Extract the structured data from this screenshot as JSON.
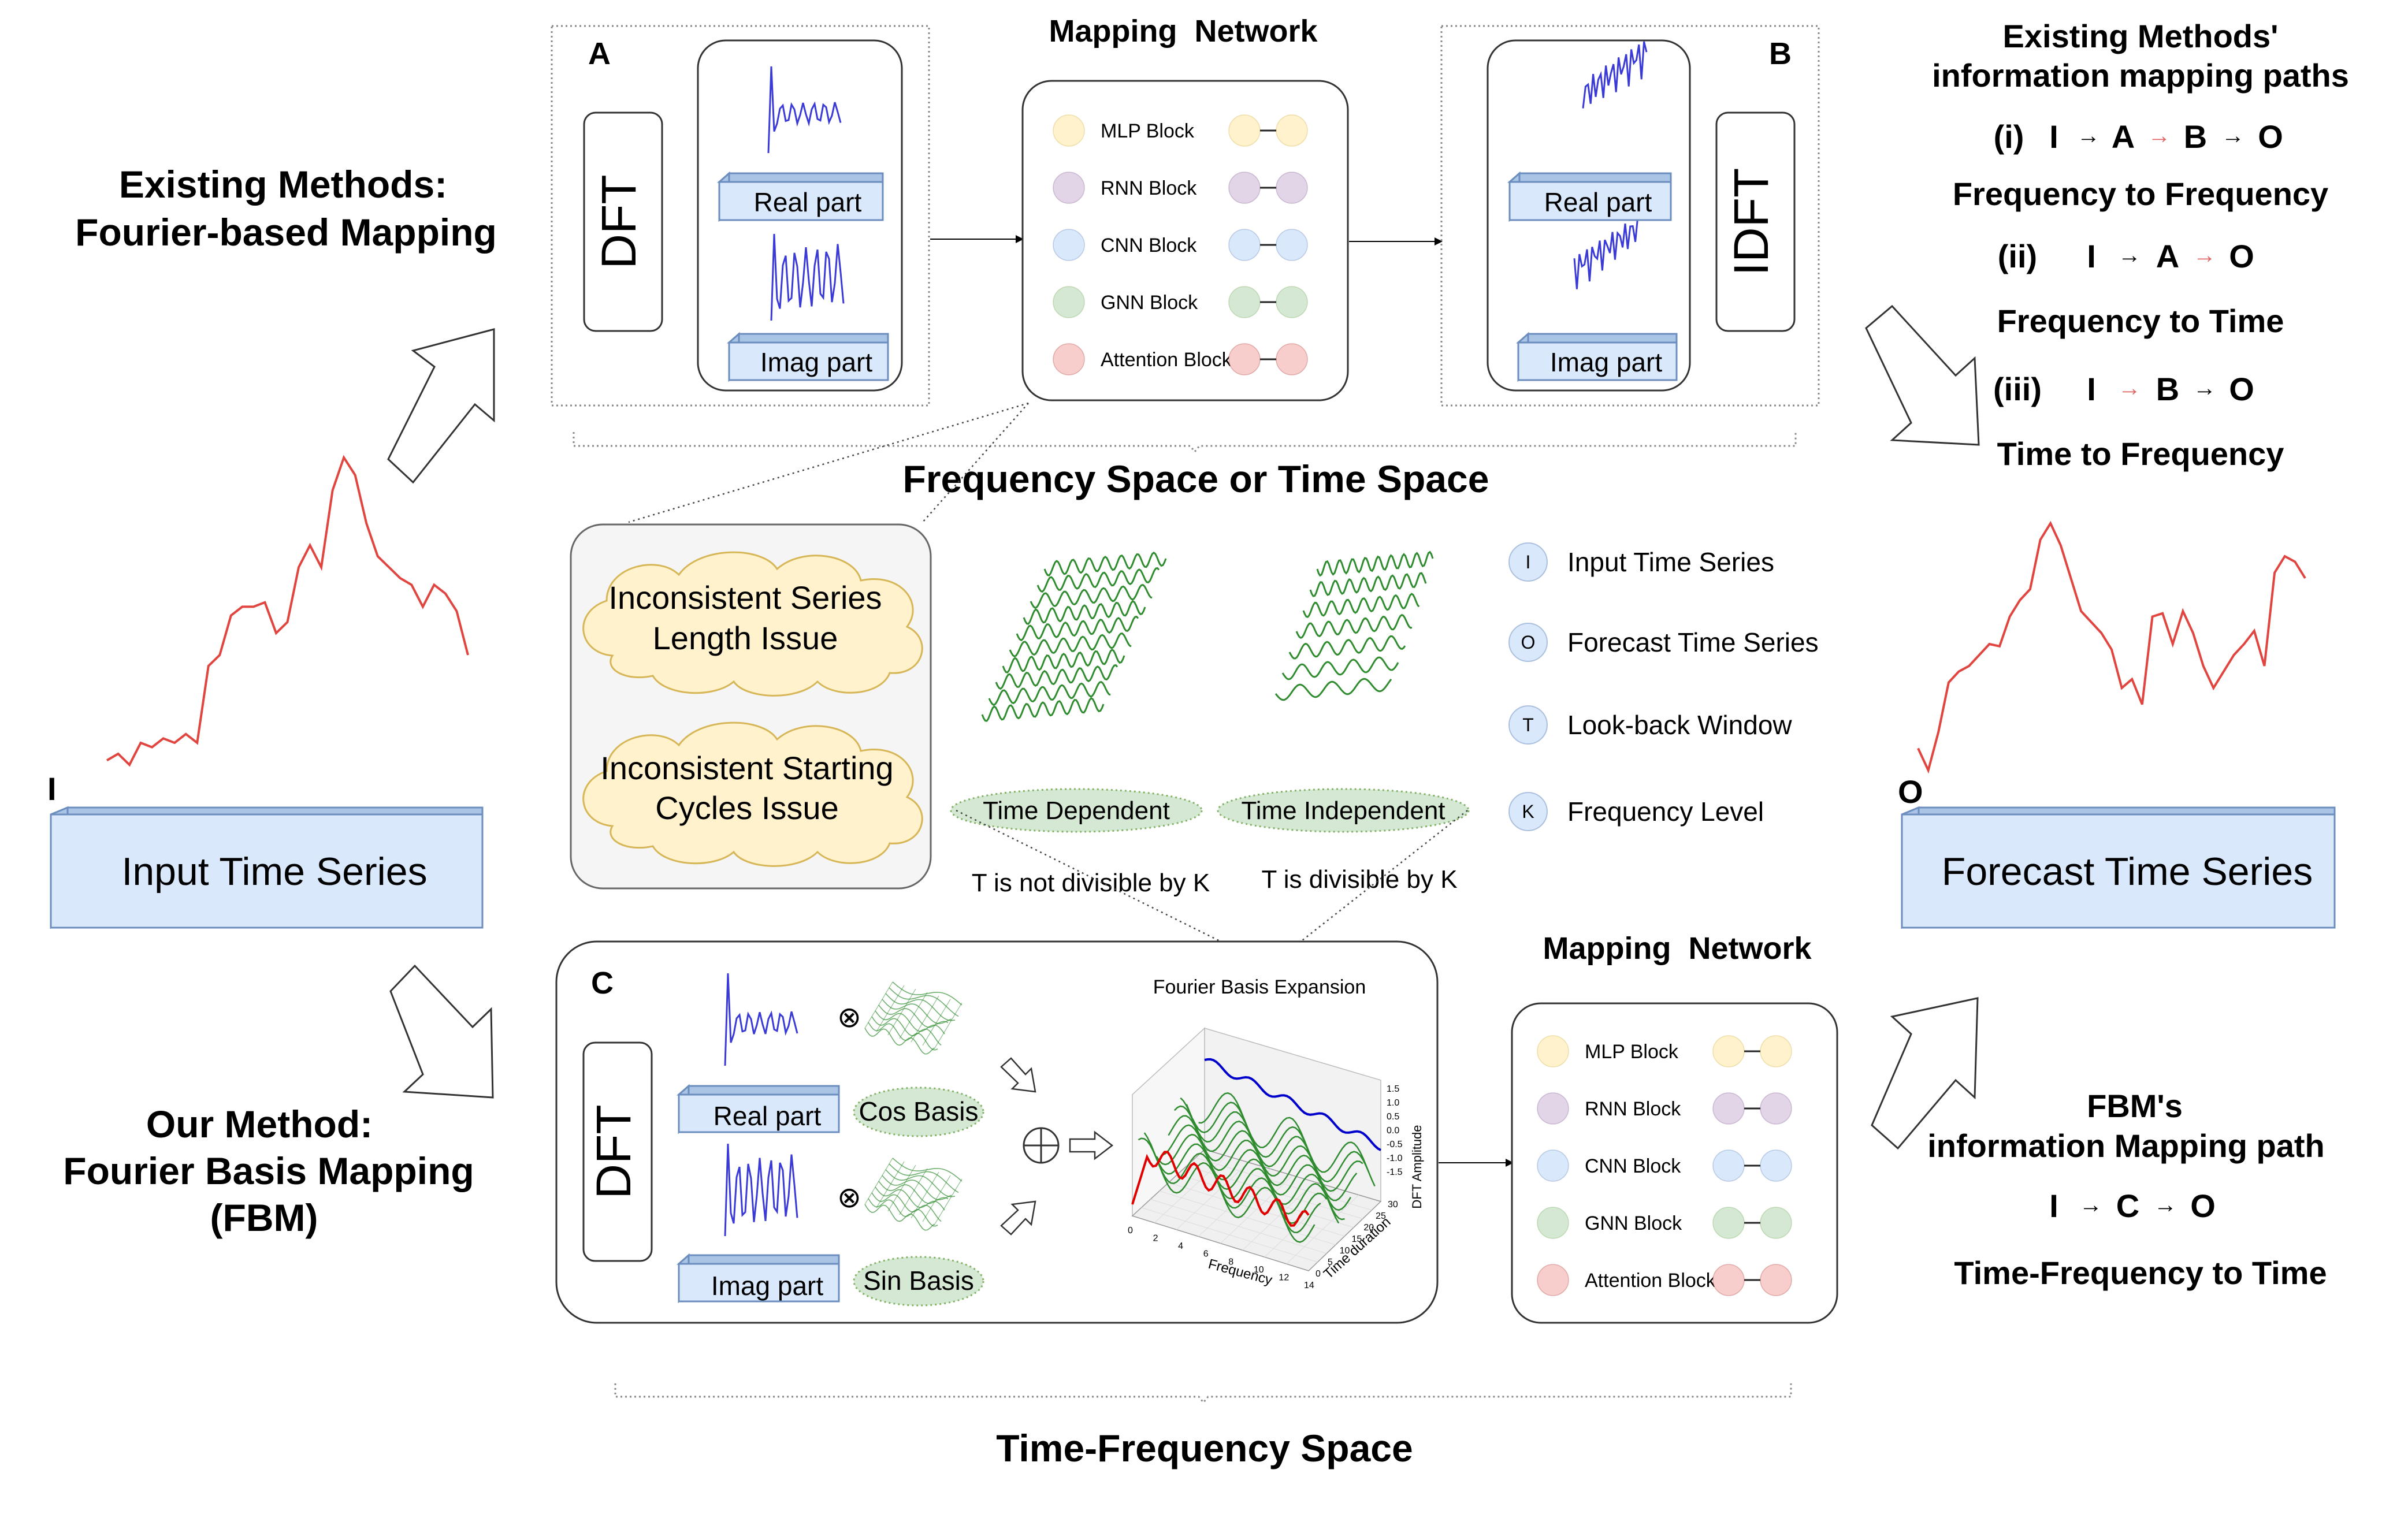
{
  "existing": {
    "title_line1": "Existing Methods:",
    "title_line2": "Fourier-based Mapping"
  },
  "ours": {
    "title_line1": "Our Method:",
    "title_line2": "Fourier Basis Mapping",
    "title_line3": "(FBM)"
  },
  "top_panel": {
    "label_a": "A",
    "label_b": "B",
    "dft": "DFT",
    "idft": "IDFT",
    "real_part": "Real part",
    "imag_part": "Imag part",
    "mapping_network": "Mapping  Network",
    "space_label": "Frequency Space or Time Space"
  },
  "blocks": [
    {
      "label": "MLP Block",
      "color": "#fff2cc",
      "stroke": "#d6b656"
    },
    {
      "label": "RNN Block",
      "color": "#e1d5e7",
      "stroke": "#9673a6"
    },
    {
      "label": "CNN Block",
      "color": "#dae8fc",
      "stroke": "#6c8ebf"
    },
    {
      "label": "GNN Block",
      "color": "#d5e8d4",
      "stroke": "#82b366"
    },
    {
      "label": "Attention Block",
      "color": "#f8cecc",
      "stroke": "#b85450"
    }
  ],
  "issues": {
    "issue1_line1": "Inconsistent Series",
    "issue1_line2": "Length Issue",
    "issue2_line1": "Inconsistent Starting",
    "issue2_line2": "Cycles Issue"
  },
  "basis_types": {
    "dependent": "Time Dependent",
    "independent": "Time Independent",
    "not_divisible": "T is not divisible by K",
    "divisible": "T is divisible by K"
  },
  "legend": [
    {
      "symbol": "I",
      "label": "Input Time Series"
    },
    {
      "symbol": "O",
      "label": "Forecast Time Series"
    },
    {
      "symbol": "T",
      "label": "Look-back Window"
    },
    {
      "symbol": "K",
      "label": "Frequency Level"
    }
  ],
  "input": {
    "tag": "I",
    "label": "Input Time Series"
  },
  "output": {
    "tag": "O",
    "label": "Forecast Time Series"
  },
  "paths": {
    "title_line1": "Existing Methods'",
    "title_line2": "information mapping paths",
    "p1": {
      "num": "(i)",
      "nodes": [
        "I",
        "A",
        "B",
        "O"
      ],
      "desc": "Frequency to Frequency"
    },
    "p2": {
      "num": "(ii)",
      "nodes": [
        "I",
        "A",
        "O"
      ],
      "desc": "Frequency to Time"
    },
    "p3": {
      "num": "(iii)",
      "nodes": [
        "I",
        "B",
        "O"
      ],
      "desc": "Time to Frequency"
    },
    "arrow": "→"
  },
  "fbm_path": {
    "title_line1": "FBM's",
    "title_line2": "information Mapping path",
    "nodes": [
      "I",
      "C",
      "O"
    ],
    "desc": "Time-Frequency to Time"
  },
  "bottom_panel": {
    "label_c": "C",
    "dft": "DFT",
    "real_part": "Real part",
    "imag_part": "Imag part",
    "cos_basis": "Cos Basis",
    "sin_basis": "Sin Basis",
    "otimes": "⊗",
    "expansion_title": "Fourier Basis Expansion",
    "mapping_network": "Mapping  Network",
    "space_label": "Time-Frequency Space",
    "plot_x_label": "Frequency",
    "plot_y_label": "Time duration",
    "plot_z_label": "DFT Amplitude",
    "x_ticks": [
      "0",
      "2",
      "4",
      "6",
      "8",
      "10",
      "12",
      "14"
    ],
    "y_ticks": [
      "0",
      "5",
      "10",
      "15",
      "20",
      "25",
      "30"
    ],
    "z_ticks": [
      "1.5",
      "1.0",
      "0.5",
      "0.0",
      "-0.5",
      "-1.0",
      "-1.5"
    ]
  },
  "colors": {
    "blue_box": "#dae8fc",
    "blue_box_stroke": "#6c8ebf",
    "green_ellipse": "#d5e8d4",
    "green_ellipse_stroke": "#82b366",
    "cloud_fill": "#fff2cc",
    "cloud_stroke": "#d6b656",
    "input_series": "#e0453f",
    "spectrum": "#3a3ad6",
    "wave": "#2e8b2e",
    "red_arrow": "#e06666"
  }
}
